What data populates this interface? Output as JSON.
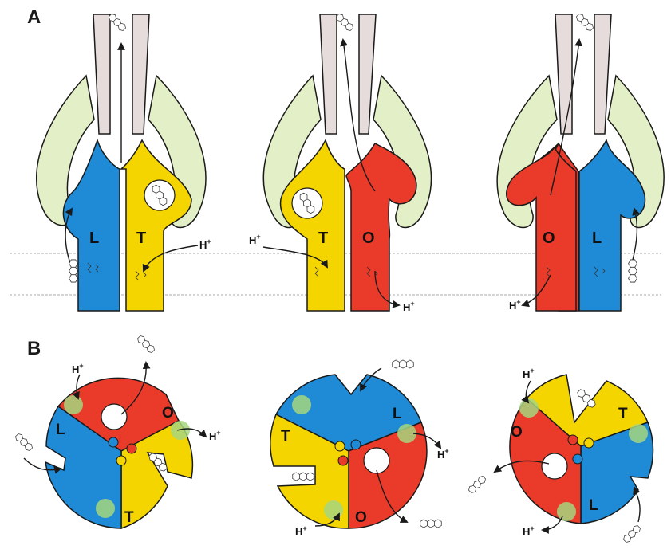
{
  "panels": {
    "a": "A",
    "b": "B"
  },
  "subunit_labels": {
    "loose": "L",
    "tight": "T",
    "open": "O"
  },
  "proton": {
    "letter": "H",
    "sign": "+"
  },
  "colors": {
    "loose": "#1f8ad6",
    "tight": "#f4d500",
    "open": "#ea3a2a",
    "stalk": "#e6dcdc",
    "periplasmic": "#e3efc6",
    "site": "#a6d67f",
    "outline": "#1a1a1a",
    "membrane": "#a8a8a8"
  },
  "icons": [
    "pump-subunit-shape",
    "acridine-molecule-icon",
    "proton-icon",
    "transport-arrow"
  ]
}
